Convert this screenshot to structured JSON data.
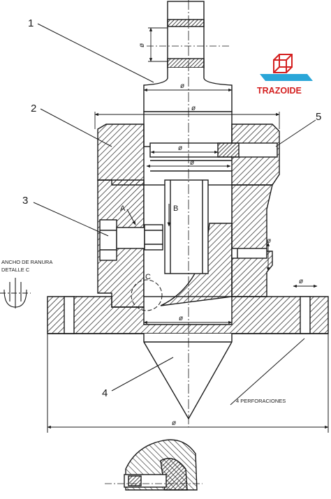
{
  "callouts": [
    "1",
    "2",
    "3",
    "4",
    "5"
  ],
  "detail_points": {
    "a": "A",
    "b": "B",
    "c": "C"
  },
  "diameter_symbol": "ø",
  "detail_note": {
    "line1": "ANCHO DE RANURA",
    "line2": "DETALLE C"
  },
  "holes_note": "4 PERFORACIONES",
  "logo": {
    "text": "TRAZOIDE",
    "text_color": "#d42020",
    "icon_color": "#2aa6d8"
  },
  "colors": {
    "ink": "#1a1a1a",
    "paper": "#ffffff"
  }
}
